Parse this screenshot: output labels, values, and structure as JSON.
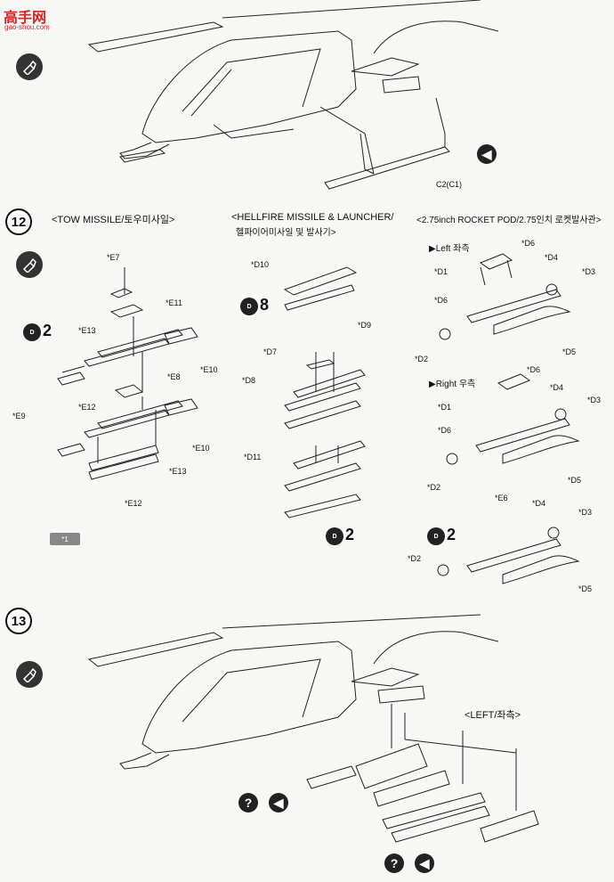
{
  "watermark": {
    "logo_text": "高手网",
    "site": "gao-shou.com"
  },
  "step12": {
    "number": "12",
    "tow_header": "<TOW MISSILE/토우미사일>",
    "hellfire_header": "<HELLFIRE MISSILE & LAUNCHER/",
    "hellfire_header_ko": "헬파이어미사일 및 발사기>",
    "rocket_header": "<2.75inch ROCKET POD/2.75인치 로켓발사관>",
    "left_label": "▶Left 좌측",
    "right_label": "▶Right 우측",
    "qty_tow": "2",
    "qty_hellfire_top": "8",
    "qty_hellfire_bottom": "2",
    "qty_rocket": "2",
    "dd_icon": "D",
    "badge": "*1"
  },
  "step13": {
    "number": "13",
    "left_label": "<LEFT/좌측>"
  },
  "part_labels": {
    "c2": "C2(C1)",
    "e7": "*E7",
    "e11": "*E11",
    "e13a": "*E13",
    "e10a": "*E10",
    "e8": "*E8",
    "e12a": "*E12",
    "e9": "*E9",
    "e10b": "*E10",
    "e13b": "*E13",
    "e12b": "*E12",
    "d10": "*D10",
    "d9": "*D9",
    "d7": "*D7",
    "d8": "*D8",
    "d11": "*D11",
    "d6a": "*D6",
    "d4a": "*D4",
    "d1a": "*D1",
    "d3a": "*D3",
    "d6b": "*D6",
    "d5a": "*D5",
    "d2a": "*D2",
    "d6c": "*D6",
    "d4b": "*D4",
    "d1b": "*D1",
    "d3b": "*D3",
    "d6d": "*D6",
    "d2b": "*D2",
    "d5b": "*D5",
    "e6": "*E6",
    "d4c": "*D4",
    "d3c": "*D3",
    "d2c": "*D2",
    "d5c": "*D5"
  },
  "icons": {
    "question": "?",
    "arrow": "◀"
  }
}
